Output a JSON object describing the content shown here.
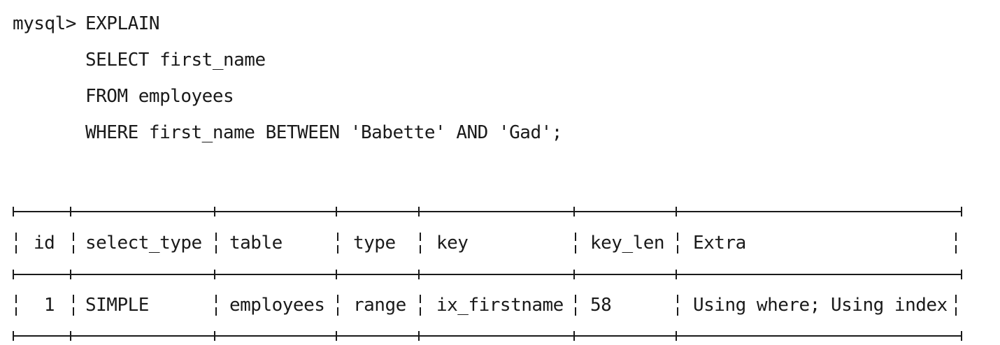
{
  "query": {
    "prompt": "mysql>",
    "lines": [
      "EXPLAIN",
      "SELECT first_name",
      "FROM employees",
      "WHERE first_name BETWEEN 'Babette' AND 'Gad';"
    ]
  },
  "result": {
    "headers": [
      "id",
      "select_type",
      "table",
      "type",
      "key",
      "key_len",
      "Extra"
    ],
    "rows": [
      [
        "1",
        "SIMPLE",
        "employees",
        "range",
        "ix_firstname",
        "58",
        "Using where; Using index"
      ]
    ]
  }
}
